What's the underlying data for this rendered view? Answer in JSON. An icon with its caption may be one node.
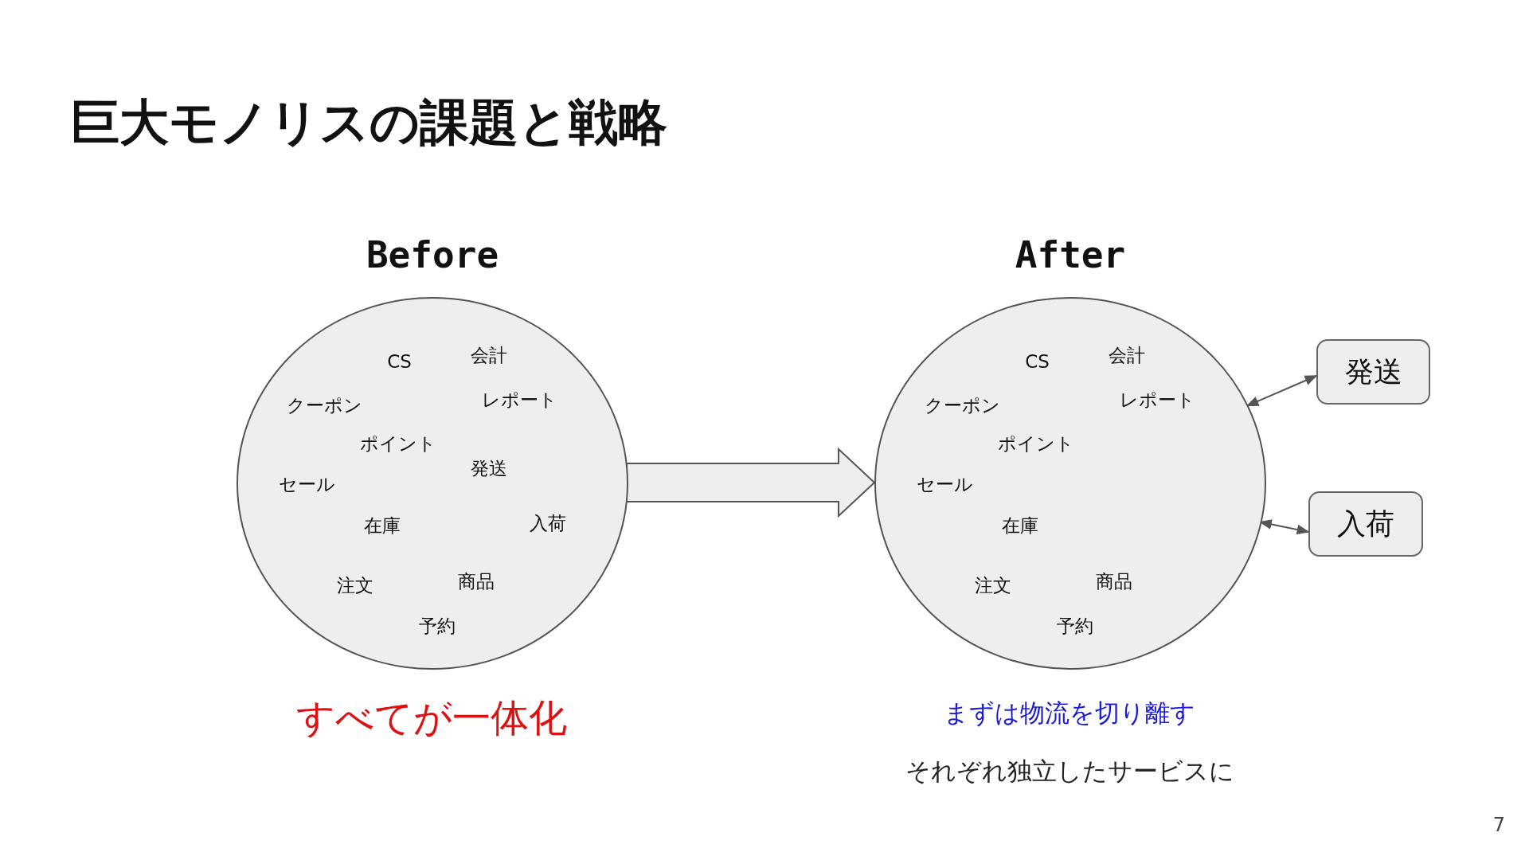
{
  "diagram": {
    "title": "巨大モノリスの課題と戦略",
    "nodes": [
      {
        "text": [
          "Before",
          "CS",
          "会計",
          "クーポン",
          "レポート",
          "ポイント",
          "発送",
          "セール",
          "在庫",
          "入荷",
          "注文",
          "商品",
          "予約"
        ],
        "beside": [
          "すべてが一体化"
        ]
      },
      {
        "text": [
          "After",
          "CS",
          "会計",
          "クーポン",
          "レポート",
          "ポイント",
          "セール",
          "在庫",
          "注文",
          "商品",
          "予約"
        ],
        "beside": [
          "まずは物流を切り離す",
          "それぞれ独立したサービスに"
        ]
      },
      {
        "text": [
          "発送"
        ]
      },
      {
        "text": [
          "入荷"
        ]
      }
    ],
    "edges": [
      {
        "from": 0,
        "to": 1,
        "arrow": "to",
        "style": "thick"
      },
      {
        "from": 2,
        "to": 1,
        "arrow": "both"
      },
      {
        "from": 3,
        "to": 1,
        "arrow": "both"
      }
    ],
    "labels": [
      "7"
    ]
  }
}
